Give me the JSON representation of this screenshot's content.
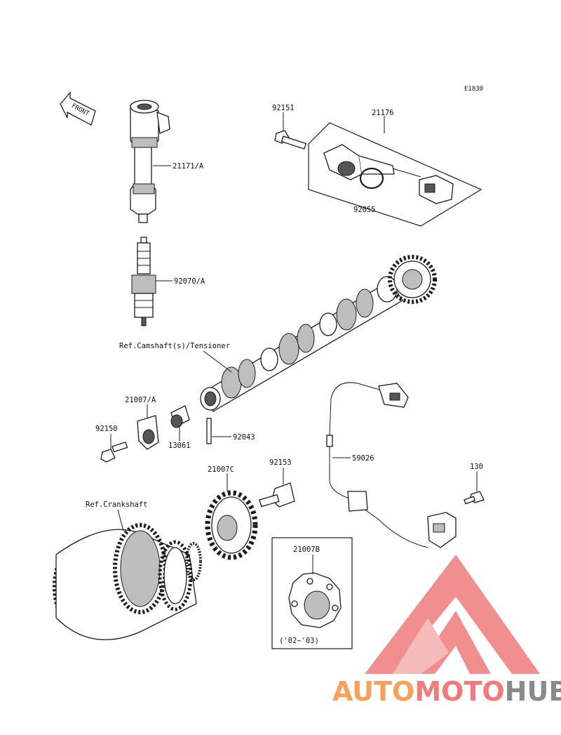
{
  "diagram_code": "E1830",
  "front_label": "FRONT",
  "parts": {
    "ignition_coil": "21171/A",
    "spark_plug": "92070/A",
    "bolt_sensor": "92151",
    "pickup_coil": "21176",
    "o_ring": "92055",
    "camshaft_ref": "Ref.Camshaft(s)/Tensioner",
    "rotor_a": "21007/A",
    "bolt_150": "92150",
    "collar": "13061",
    "pin": "92043",
    "rotor_c": "21007C",
    "bolt_153": "92153",
    "crankshaft_ref": "Ref.Crankshaft",
    "rotor_b": "21007B",
    "rotor_b_years": "('02~'03)",
    "lead_wire": "59026",
    "bolt_130": "130"
  },
  "watermark": {
    "part1": "AUTO",
    "part2": "MOTO",
    "part3": "HUB",
    "color_orange": "#f5a25a",
    "color_red": "#ef7b7b",
    "color_grey": "#8a8a8a"
  }
}
